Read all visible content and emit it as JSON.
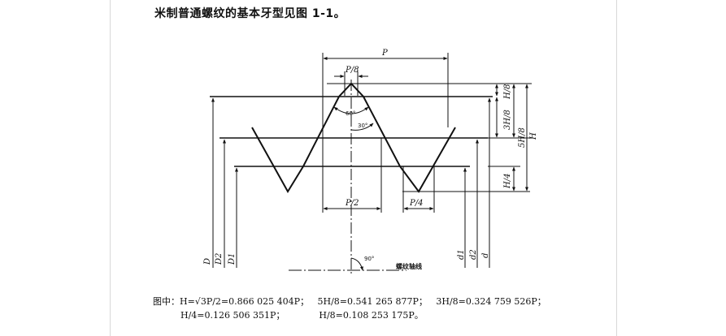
{
  "intro": "米制普通螺纹的基本牙型见图 1-1。",
  "labels": {
    "P": "P",
    "P8": "P/8",
    "P2": "P/2",
    "P4": "P/4",
    "H8": "H/8",
    "H3_8": "3H/8",
    "H5_8": "5H/8",
    "H": "H",
    "H4": "H/4",
    "a60": "60°",
    "a30": "30°",
    "a90": "90°",
    "D": "D",
    "D2": "D2",
    "D1": "D1",
    "d1": "d1",
    "d2": "d2",
    "d": "d",
    "axis": "螺纹轴线"
  },
  "formulas": {
    "line1": "图中：H=√3P/2=0.866 025 404P；   5H/8=0.541 265 877P；   3H/8=0.324 759 526P；",
    "line2": "H/4=0.126 506 351P；            H/8=0.108 253 175P。"
  }
}
